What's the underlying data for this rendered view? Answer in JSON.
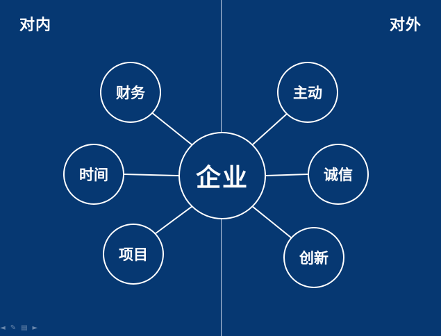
{
  "slide": {
    "background": "#063872",
    "line_color": "#ffffff",
    "left_label": "对内",
    "right_label": "对外"
  },
  "center": {
    "label": "企业"
  },
  "internal": [
    {
      "label": "财务"
    },
    {
      "label": "时间"
    },
    {
      "label": "项目"
    }
  ],
  "external": [
    {
      "label": "主动"
    },
    {
      "label": "诚信"
    },
    {
      "label": "创新"
    }
  ],
  "toolbar": {
    "icons": [
      "arrow-left-icon",
      "pen-icon",
      "menu-icon",
      "arrow-right-icon"
    ]
  }
}
